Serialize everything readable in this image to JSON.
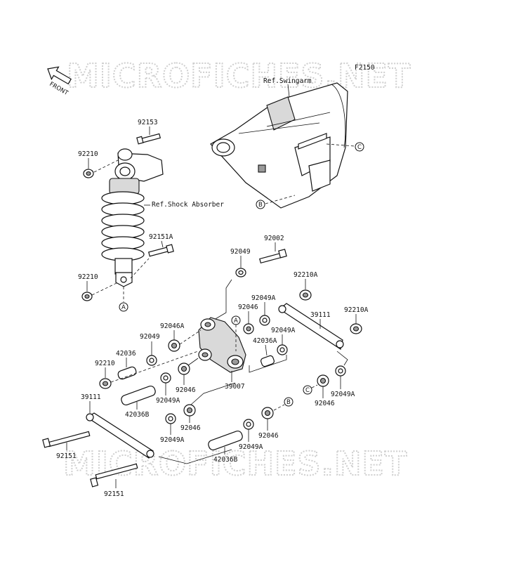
{
  "diagram_code": "F2150",
  "watermark": "MICROFICHES.NET",
  "front_label": "FRONT",
  "refs": {
    "swingarm": "Ref.Swingarm",
    "shock_absorber": "Ref.Shock Absorber"
  },
  "callouts": {
    "a": "A",
    "b": "B",
    "c": "C"
  },
  "parts": {
    "p92153": "92153",
    "p92210_top": "92210",
    "p92151A": "92151A",
    "p92210_bottom": "92210",
    "p92049_top": "92049",
    "p92002": "92002",
    "p92210A_a": "92210A",
    "p92049A_a": "92049A",
    "p92046_a": "92046",
    "p39111_right": "39111",
    "p92210A_b": "92210A",
    "p92046A": "92046A",
    "p92049A_b": "92049A",
    "p92049_mid": "92049",
    "p42036A": "42036A",
    "p42036": "42036",
    "p92210_left": "92210",
    "p39007": "39007",
    "p92046_b": "92046",
    "p92049A_c": "92049A",
    "p39111_left": "39111",
    "p42036B_a": "42036B",
    "p92046_c": "92046",
    "p92049A_d": "92049A",
    "p92049A_e": "92049A",
    "p92046_d": "92046",
    "p92151_a": "92151",
    "p42036B_b": "42036B",
    "p92151_b": "92151",
    "p92049A_f": "92049A",
    "p92046_e": "92046"
  }
}
